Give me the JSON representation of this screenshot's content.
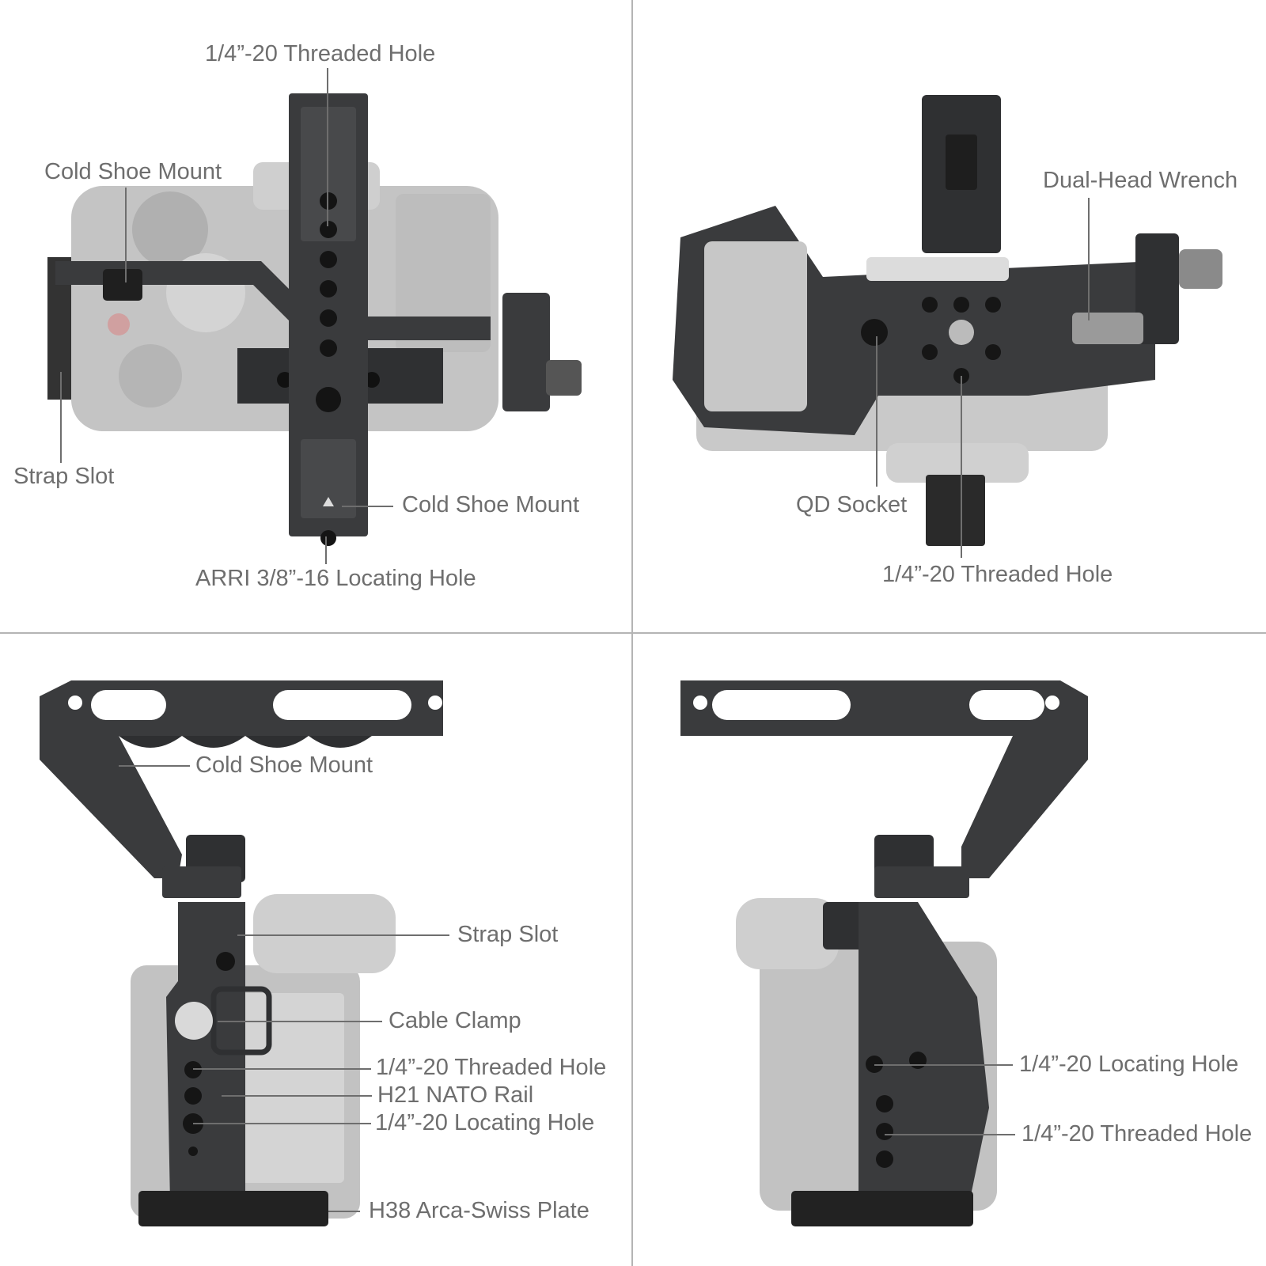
{
  "colors": {
    "background": "#ffffff",
    "divider": "#b4b4b4",
    "label_text": "#6e6e6e",
    "cage_metal": "#3a3b3d",
    "camera_body": "#b9b9b9"
  },
  "panels": {
    "top_left": {
      "labels": {
        "threaded_hole": "1/4”-20 Threaded Hole",
        "cold_shoe_left": "Cold Shoe Mount",
        "strap_slot": "Strap Slot",
        "cold_shoe_right": "Cold Shoe Mount",
        "arri_hole": "ARRI 3/8”-16 Locating Hole"
      }
    },
    "top_right": {
      "labels": {
        "dual_head_wrench": "Dual-Head Wrench",
        "qd_socket": "QD Socket",
        "threaded_hole": "1/4”-20 Threaded Hole"
      }
    },
    "bottom_left": {
      "labels": {
        "cold_shoe": "Cold Shoe Mount",
        "strap_slot": "Strap Slot",
        "cable_clamp": "Cable Clamp",
        "threaded_hole": "1/4”-20 Threaded Hole",
        "nato_rail": "H21 NATO Rail",
        "locating_hole": "1/4”-20 Locating Hole",
        "arca_plate": "H38 Arca-Swiss Plate"
      }
    },
    "bottom_right": {
      "labels": {
        "locating_hole": "1/4”-20 Locating Hole",
        "threaded_hole": "1/4”-20 Threaded Hole"
      }
    }
  }
}
